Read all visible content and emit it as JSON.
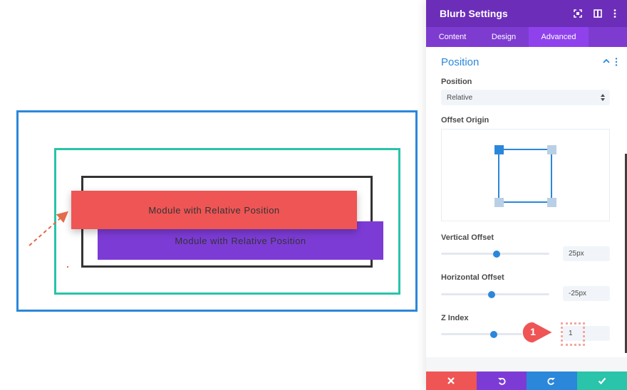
{
  "canvas": {
    "module_front_text": "Module with Relative Position",
    "module_back_text": "Module with Relative Position",
    "colors": {
      "outer_frame": "#2b87da",
      "middle_frame": "#29c4a9",
      "inner_frame": "#333333",
      "module_front": "#ef5555",
      "module_back": "#7d3bd6",
      "arrow": "#e46a4c"
    }
  },
  "panel": {
    "title": "Blurb Settings",
    "header_icons": [
      "fullscreen-icon",
      "columns-icon",
      "kebab-menu-icon"
    ],
    "tabs": [
      {
        "label": "Content",
        "active": false
      },
      {
        "label": "Design",
        "active": false
      },
      {
        "label": "Advanced",
        "active": true
      }
    ],
    "section": {
      "title": "Position",
      "position_label": "Position",
      "position_value": "Relative",
      "offset_origin_label": "Offset Origin",
      "vertical_offset": {
        "label": "Vertical Offset",
        "value": "25px",
        "slider_fraction": 0.51
      },
      "horizontal_offset": {
        "label": "Horizontal Offset",
        "value": "-25px",
        "slider_fraction": 0.47
      },
      "z_index": {
        "label": "Z Index",
        "value": "1",
        "slider_fraction": 0.49
      }
    },
    "callout_number": "1",
    "footer_buttons": [
      "close-icon",
      "undo-icon",
      "redo-icon",
      "check-icon"
    ],
    "colors": {
      "header": "#6c2eb9",
      "tabs_bar": "#7e3bd0",
      "tab_active": "#8f42ec",
      "accent": "#2b87da",
      "footer_close": "#ef5555",
      "footer_undo": "#7d3bd6",
      "footer_redo": "#2b87da",
      "footer_check": "#29c4a9",
      "callout": "#ef5555"
    }
  }
}
